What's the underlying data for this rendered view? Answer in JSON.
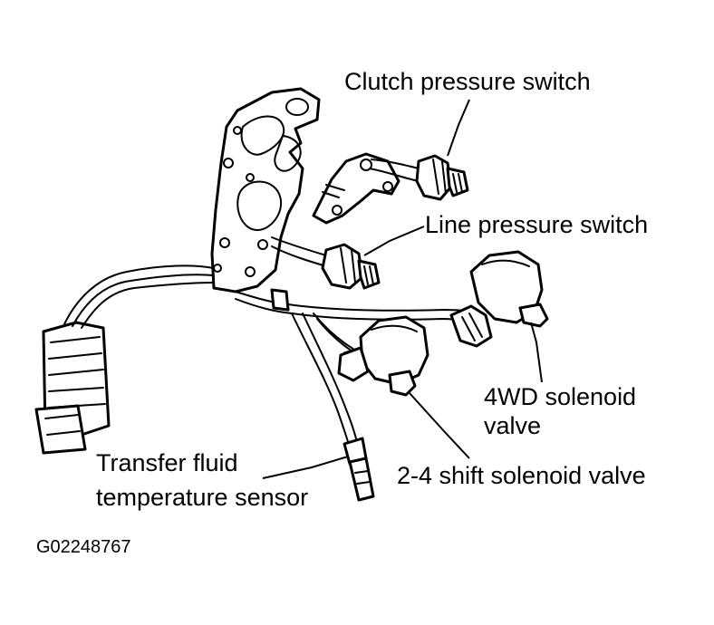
{
  "labels": {
    "clutch_pressure_switch": "Clutch pressure switch",
    "line_pressure_switch": "Line pressure switch",
    "solenoid_4wd_line1": "4WD solenoid",
    "solenoid_4wd_line2": "valve",
    "shift_solenoid_2_4": "2-4 shift solenoid valve",
    "transfer_sensor_line1": "Transfer fluid",
    "transfer_sensor_line2": "temperature sensor"
  },
  "figure_id": "G02248767",
  "colors": {
    "ink": "#000000",
    "paper": "#ffffff"
  }
}
